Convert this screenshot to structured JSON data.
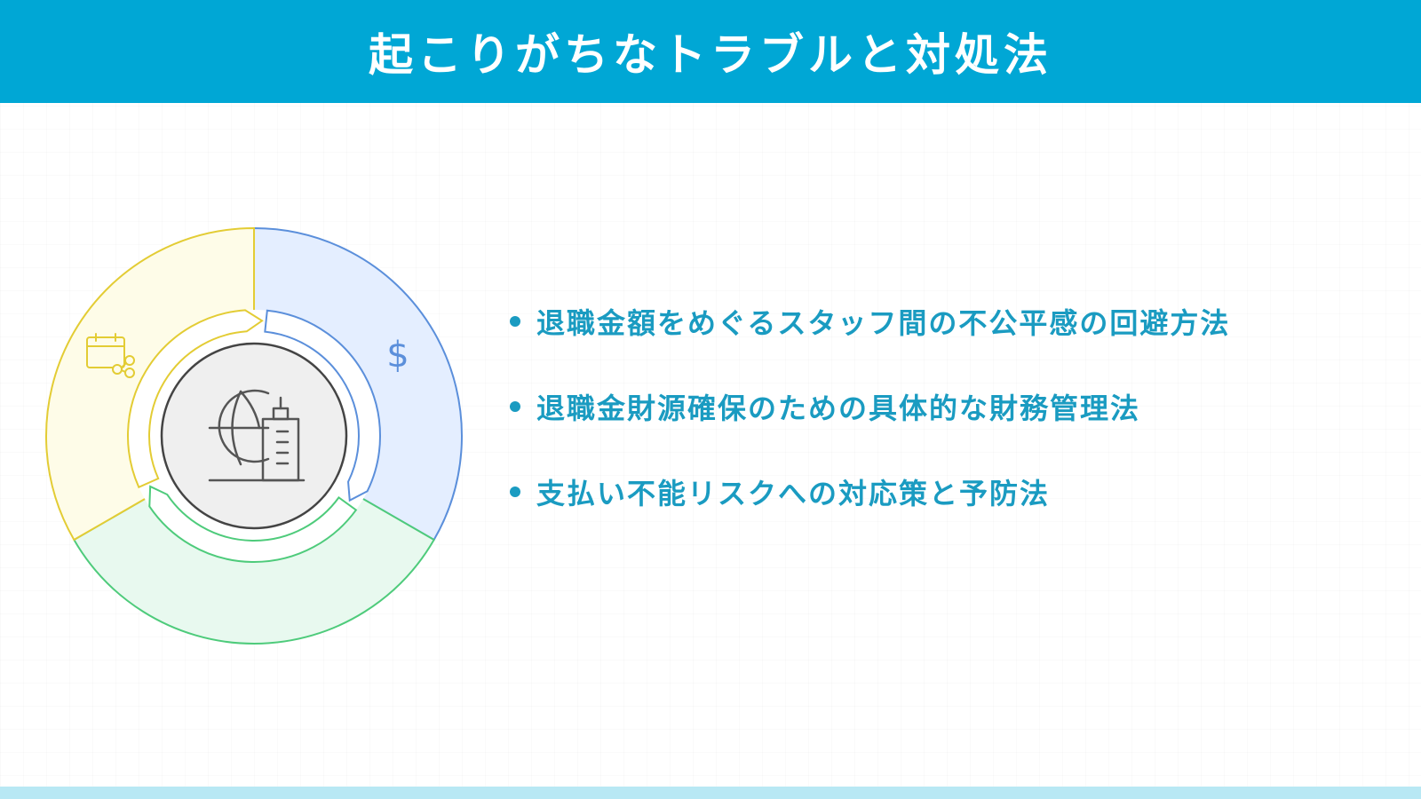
{
  "header": {
    "title": "起こりがちなトラブルと対処法"
  },
  "diagram": {
    "center_icon": "globe-building-icon",
    "segments": [
      {
        "key": "blue",
        "icon": "dollar-icon",
        "icon_text": "$",
        "fill": "#e4eeff",
        "stroke": "#5b8fdb"
      },
      {
        "key": "green",
        "icon": "none",
        "fill": "#e8f9ef",
        "stroke": "#4ecb7b"
      },
      {
        "key": "yellow",
        "icon": "calendar-share-icon",
        "fill": "#fefce8",
        "stroke": "#e3cc34"
      }
    ],
    "center_fill": "#efefef",
    "center_stroke": "#444444"
  },
  "bullets": [
    {
      "text": "退職金額をめぐるスタッフ間の不公平感の回避方法"
    },
    {
      "text": "退職金財源確保のための具体的な財務管理法"
    },
    {
      "text": "支払い不能リスクへの対応策と予防法"
    }
  ],
  "colors": {
    "header_bg": "#00a7d5",
    "header_text": "#ffffff",
    "bullet_text": "#1a9bc1",
    "footer_bar": "#b8e8f4"
  }
}
